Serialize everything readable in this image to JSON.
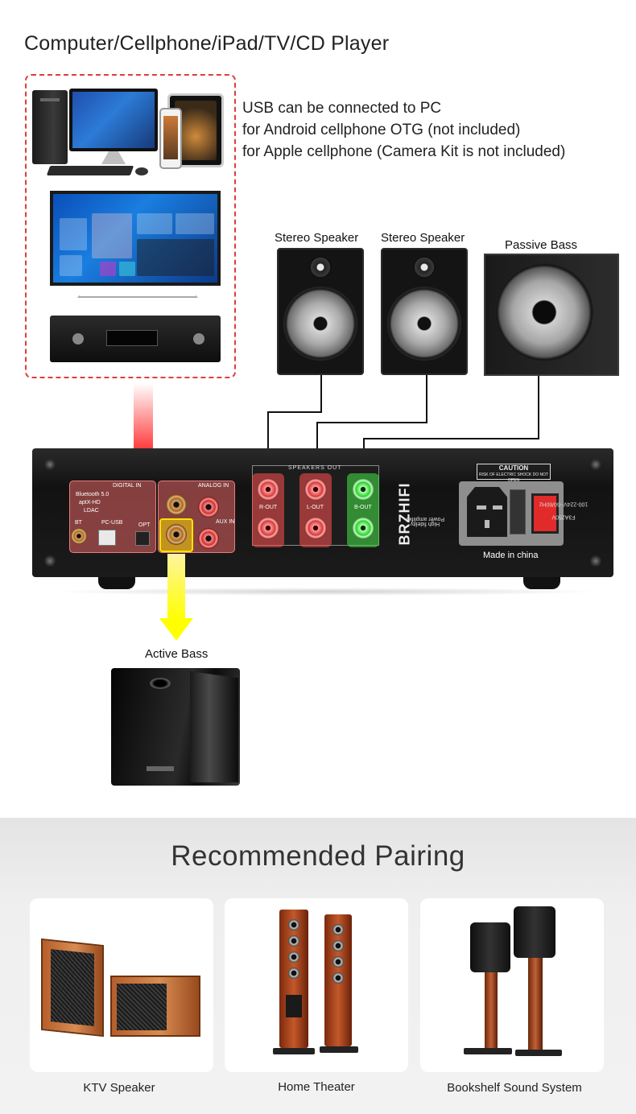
{
  "sources": {
    "title": "Computer/Cellphone/iPad/TV/CD Player",
    "usb_notes": [
      "USB can be connected to PC",
      "for Android cellphone OTG (not  included)",
      "for Apple cellphone (Camera Kit is not included)"
    ]
  },
  "speakers": {
    "left_label": "Stereo Speaker",
    "right_label": "Stereo Speaker",
    "passive_bass_label": "Passive Bass"
  },
  "amplifier": {
    "digital_in": "DIGITAL IN",
    "bluetooth": "Bluetooth 5.0",
    "codec_1": "aptX-HD",
    "codec_2": "LDAC",
    "bt": "BT",
    "pc_usb": "PC-USB",
    "opt": "OPT",
    "analog_in": "ANALOG IN",
    "aux_in": "AUX IN",
    "speakers_out": "SPEAKERS OUT",
    "r_out": "R-OUT",
    "l_out": "L-OUT",
    "b_out": "B-OUT",
    "brand": "BRZHIFI",
    "brand_sub_1": "High fidelity",
    "brand_sub_2": "Power amplifier",
    "caution": "CAUTION",
    "caution_sub": "RISK OF ELECTRIC SHOCK DO NOT OPEN",
    "fuse_1": "F3A250V",
    "fuse_2": "100-224V~50/60Hz",
    "made_in": "Made in china"
  },
  "active_bass": {
    "label": "Active Bass"
  },
  "recommended": {
    "title": "Recommended Pairing",
    "items": [
      {
        "label": "KTV Speaker"
      },
      {
        "label": "Home Theater"
      },
      {
        "label": "Bookshelf Sound System"
      }
    ]
  }
}
